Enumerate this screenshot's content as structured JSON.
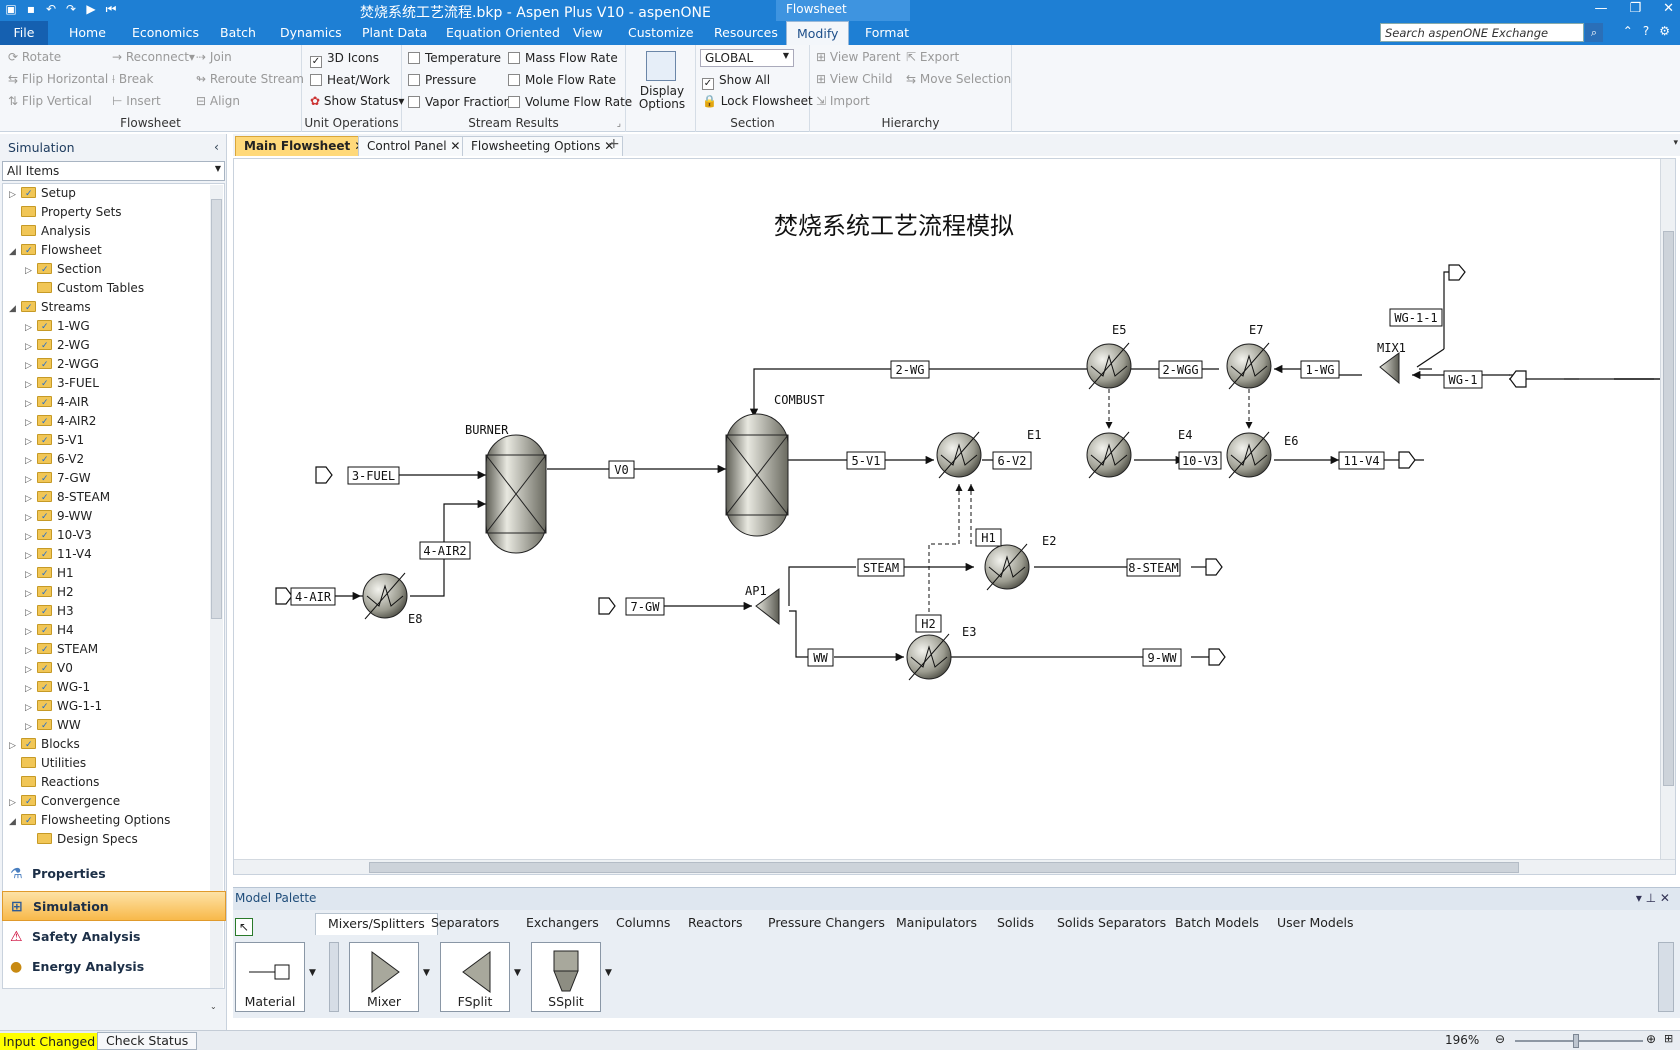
{
  "window": {
    "title": "焚烧系统工艺流程.bkp - Aspen Plus V10 - aspenONE",
    "context_tab": "Flowsheet",
    "controls": [
      "—",
      "❐",
      "✕"
    ]
  },
  "menu": {
    "tabs": [
      "File",
      "Home",
      "Economics",
      "Batch",
      "Dynamics",
      "Plant Data",
      "Equation Oriented",
      "View",
      "Customize",
      "Resources",
      "Modify",
      "Format"
    ],
    "active": "Modify",
    "search_placeholder": "Search aspenONE Exchange"
  },
  "ribbon": {
    "flowsheet": {
      "label": "Flowsheet",
      "col1": [
        "Rotate",
        "Flip Horizontal",
        "Flip Vertical"
      ],
      "col2": [
        "Reconnect",
        "Break",
        "Insert"
      ],
      "col3": [
        "Join",
        "Reroute Stream",
        "Align"
      ]
    },
    "unit_ops": {
      "label": "Unit Operations",
      "items": [
        "3D Icons",
        "Heat/Work",
        "Show Status"
      ]
    },
    "stream_results": {
      "label": "Stream Results",
      "col1": [
        "Temperature",
        "Pressure",
        "Vapor Fraction"
      ],
      "col2": [
        "Mass Flow Rate",
        "Mole Flow Rate",
        "Volume Flow Rate"
      ]
    },
    "display": {
      "label": "Display Options"
    },
    "section": {
      "label": "Section",
      "select_value": "GLOBAL",
      "show_all": "Show All",
      "lock": "Lock Flowsheet"
    },
    "hierarchy": {
      "label": "Hierarchy",
      "items": [
        "View Parent",
        "View Child",
        "Import",
        "Export",
        "Move Selection"
      ]
    }
  },
  "sidebar": {
    "header": "Simulation",
    "filter": "All Items",
    "tree": [
      {
        "label": "Setup",
        "level": 0,
        "expander": "▷",
        "check": true
      },
      {
        "label": "Property Sets",
        "level": 0,
        "expander": "",
        "check": false
      },
      {
        "label": "Analysis",
        "level": 0,
        "expander": "",
        "check": false
      },
      {
        "label": "Flowsheet",
        "level": 0,
        "expander": "◢",
        "check": true
      },
      {
        "label": "Section",
        "level": 1,
        "expander": "▷",
        "check": true
      },
      {
        "label": "Custom Tables",
        "level": 1,
        "expander": "",
        "check": false
      },
      {
        "label": "Streams",
        "level": 0,
        "expander": "◢",
        "check": true
      },
      {
        "label": "1-WG",
        "level": 1,
        "expander": "▷",
        "check": true
      },
      {
        "label": "2-WG",
        "level": 1,
        "expander": "▷",
        "check": true
      },
      {
        "label": "2-WGG",
        "level": 1,
        "expander": "▷",
        "check": true
      },
      {
        "label": "3-FUEL",
        "level": 1,
        "expander": "▷",
        "check": true
      },
      {
        "label": "4-AIR",
        "level": 1,
        "expander": "▷",
        "check": true
      },
      {
        "label": "4-AIR2",
        "level": 1,
        "expander": "▷",
        "check": true
      },
      {
        "label": "5-V1",
        "level": 1,
        "expander": "▷",
        "check": true
      },
      {
        "label": "6-V2",
        "level": 1,
        "expander": "▷",
        "check": true
      },
      {
        "label": "7-GW",
        "level": 1,
        "expander": "▷",
        "check": true
      },
      {
        "label": "8-STEAM",
        "level": 1,
        "expander": "▷",
        "check": true
      },
      {
        "label": "9-WW",
        "level": 1,
        "expander": "▷",
        "check": true
      },
      {
        "label": "10-V3",
        "level": 1,
        "expander": "▷",
        "check": true
      },
      {
        "label": "11-V4",
        "level": 1,
        "expander": "▷",
        "check": true
      },
      {
        "label": "H1",
        "level": 1,
        "expander": "▷",
        "check": true
      },
      {
        "label": "H2",
        "level": 1,
        "expander": "▷",
        "check": true
      },
      {
        "label": "H3",
        "level": 1,
        "expander": "▷",
        "check": true
      },
      {
        "label": "H4",
        "level": 1,
        "expander": "▷",
        "check": true
      },
      {
        "label": "STEAM",
        "level": 1,
        "expander": "▷",
        "check": true
      },
      {
        "label": "V0",
        "level": 1,
        "expander": "▷",
        "check": true
      },
      {
        "label": "WG-1",
        "level": 1,
        "expander": "▷",
        "check": true
      },
      {
        "label": "WG-1-1",
        "level": 1,
        "expander": "▷",
        "check": true
      },
      {
        "label": "WW",
        "level": 1,
        "expander": "▷",
        "check": true
      },
      {
        "label": "Blocks",
        "level": 0,
        "expander": "▷",
        "check": true
      },
      {
        "label": "Utilities",
        "level": 0,
        "expander": "",
        "check": false
      },
      {
        "label": "Reactions",
        "level": 0,
        "expander": "",
        "check": false
      },
      {
        "label": "Convergence",
        "level": 0,
        "expander": "▷",
        "check": true
      },
      {
        "label": "Flowsheeting Options",
        "level": 0,
        "expander": "◢",
        "check": true
      },
      {
        "label": "Design Specs",
        "level": 1,
        "expander": "",
        "check": false
      }
    ],
    "nav": [
      "Properties",
      "Simulation",
      "Safety Analysis",
      "Energy Analysis"
    ],
    "nav_selected": "Simulation"
  },
  "doc_tabs": [
    "Main Flowsheet",
    "Control Panel",
    "Flowsheeting Options"
  ],
  "flowsheet": {
    "title": "焚烧系统工艺流程模拟",
    "blocks": [
      "BURNER",
      "COMBUST",
      "E1",
      "E2",
      "E3",
      "E4",
      "E5",
      "E6",
      "E7",
      "E8",
      "AP1",
      "MIX1"
    ],
    "streams": [
      "3-FUEL",
      "V0",
      "4-AIR2",
      "4-AIR",
      "5-V1",
      "6-V2",
      "10-V3",
      "11-V4",
      "2-WG",
      "2-WGG",
      "1-WG",
      "WG-1",
      "WG-1-1",
      "7-GW",
      "STEAM",
      "WW",
      "H1",
      "H2",
      "8-STEAM",
      "9-WW"
    ]
  },
  "palette": {
    "header": "Model Palette",
    "tabs": [
      "Mixers/Splitters",
      "Separators",
      "Exchangers",
      "Columns",
      "Reactors",
      "Pressure Changers",
      "Manipulators",
      "Solids",
      "Solids Separators",
      "Batch Models",
      "User Models"
    ],
    "active": "Mixers/Splitters",
    "items": [
      "Material",
      "Mixer",
      "FSplit",
      "SSplit"
    ]
  },
  "status": {
    "changed": "Input Changed",
    "check": "Check Status",
    "zoom": "196%"
  }
}
